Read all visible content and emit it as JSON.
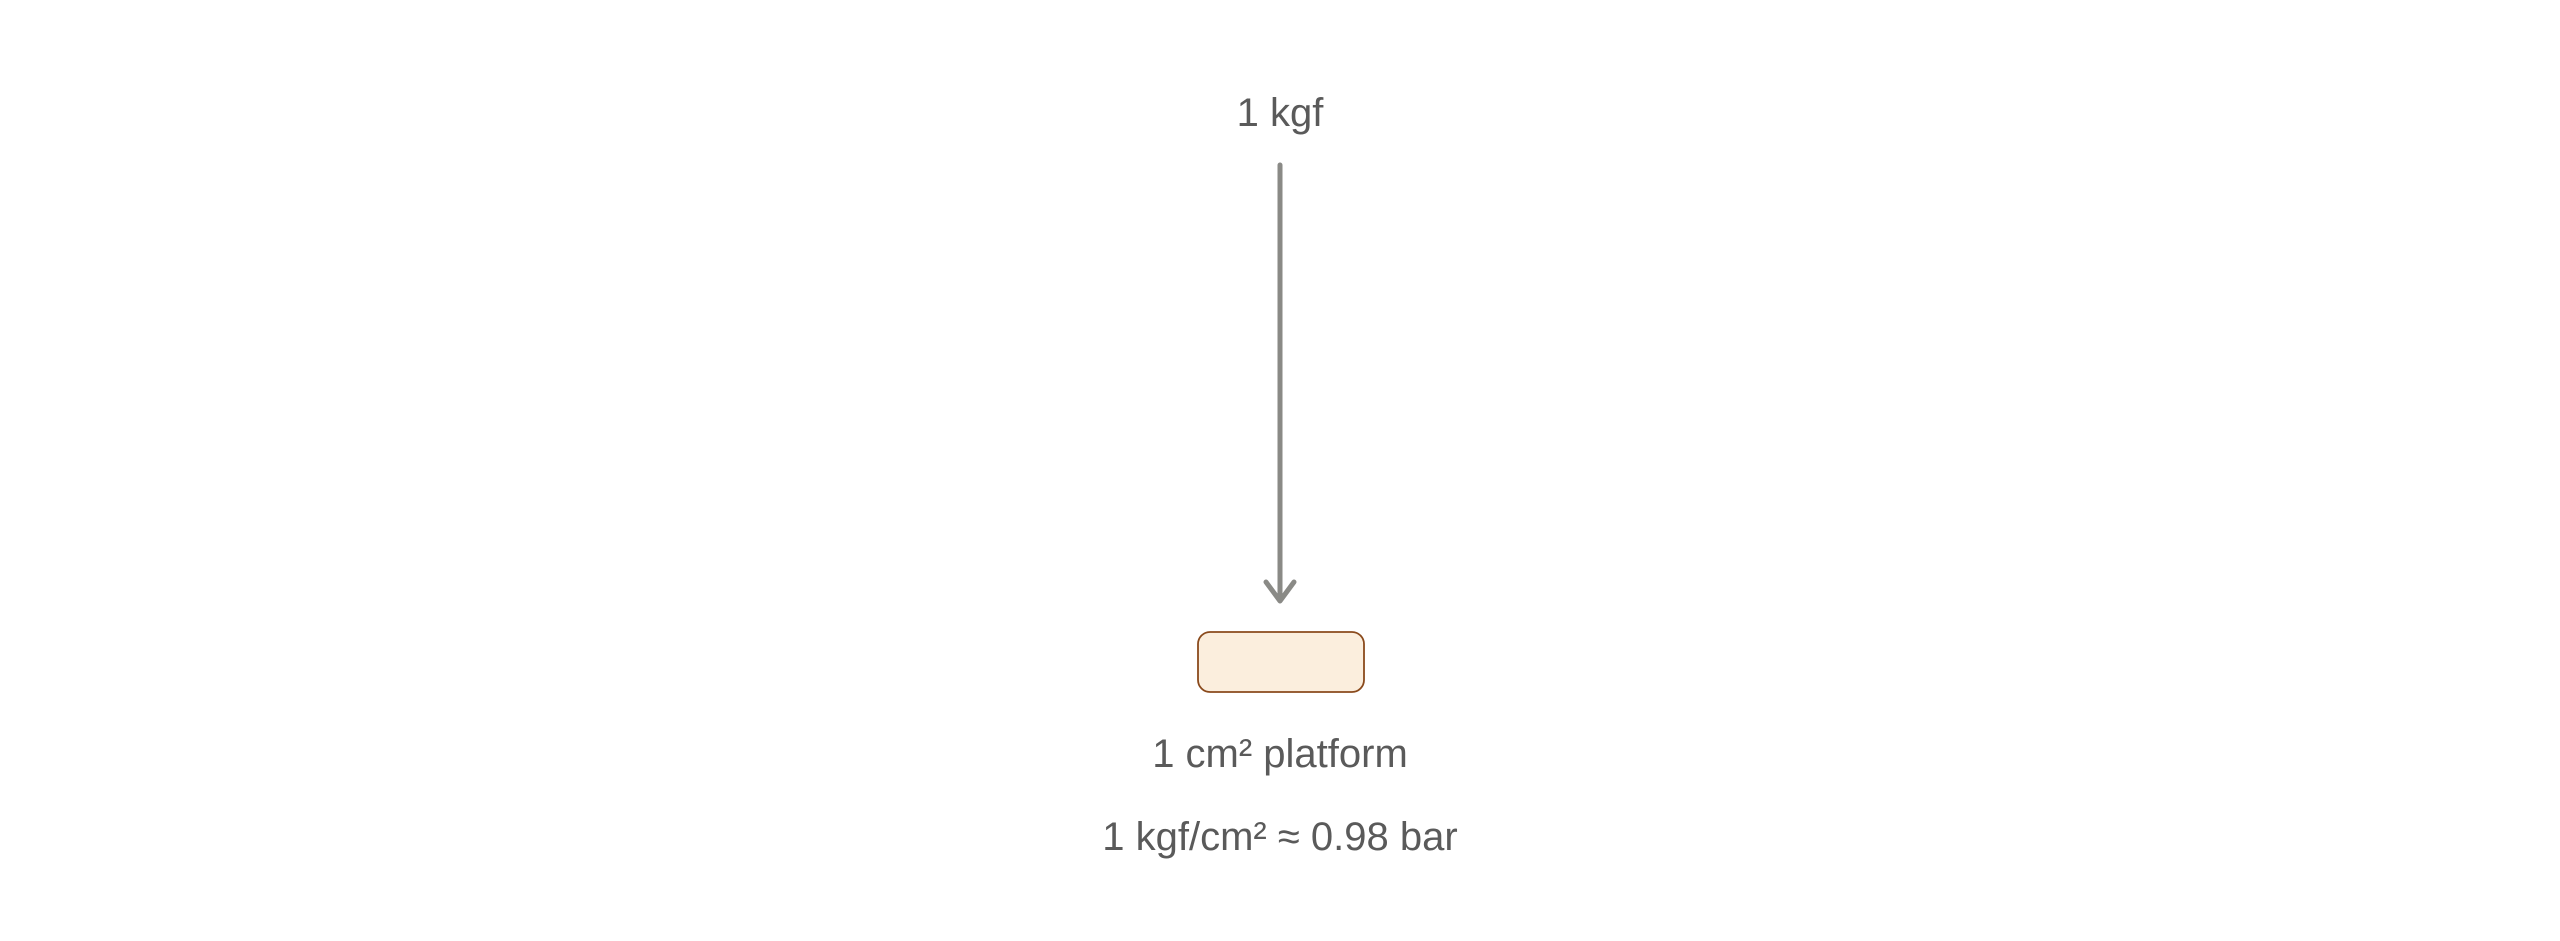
{
  "diagram": {
    "force_label": "1 kgf",
    "platform_label": "1 cm² platform",
    "pressure_label": "1 kgf/cm² ≈ 0.98 bar",
    "colors": {
      "text": "#5a5a5a",
      "arrow": "#8a8a86",
      "platform_fill": "#fbeedd",
      "platform_stroke": "#8a4a1c"
    }
  }
}
